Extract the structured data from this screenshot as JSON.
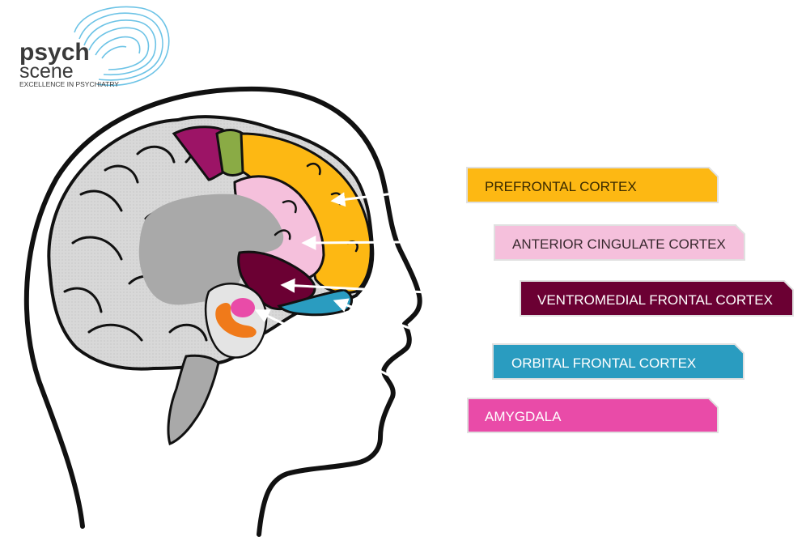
{
  "logo": {
    "line1": "psych",
    "line2": "scene",
    "tagline": "EXCELLENCE IN PSYCHIATRY"
  },
  "labels": [
    {
      "id": "prefrontal",
      "text": "PREFRONTAL CORTEX",
      "fill": "#FDB813",
      "text_color": "#3a2a00"
    },
    {
      "id": "anterior-cingulate",
      "text": "ANTERIOR CINGULATE CORTEX",
      "fill": "#F5C0DC",
      "text_color": "#3a2a30"
    },
    {
      "id": "ventromedial",
      "text": "VENTROMEDIAL FRONTAL CORTEX",
      "fill": "#6B0033",
      "text_color": "#ffffff"
    },
    {
      "id": "orbital-frontal",
      "text": "ORBITAL FRONTAL CORTEX",
      "fill": "#2A9CC0",
      "text_color": "#ffffff"
    },
    {
      "id": "amygdala",
      "text": "AMYGDALA",
      "fill": "#E94BA8",
      "text_color": "#ffffff"
    }
  ],
  "colors": {
    "outline": "#111111",
    "brain_base": "#d6d6d6",
    "inner_region": "#a9a9a9",
    "magenta_region": "#9c1466",
    "green_region": "#8aab45",
    "hippocampus": "#f07a1a",
    "logo_swirl": "#6cc3e6"
  }
}
